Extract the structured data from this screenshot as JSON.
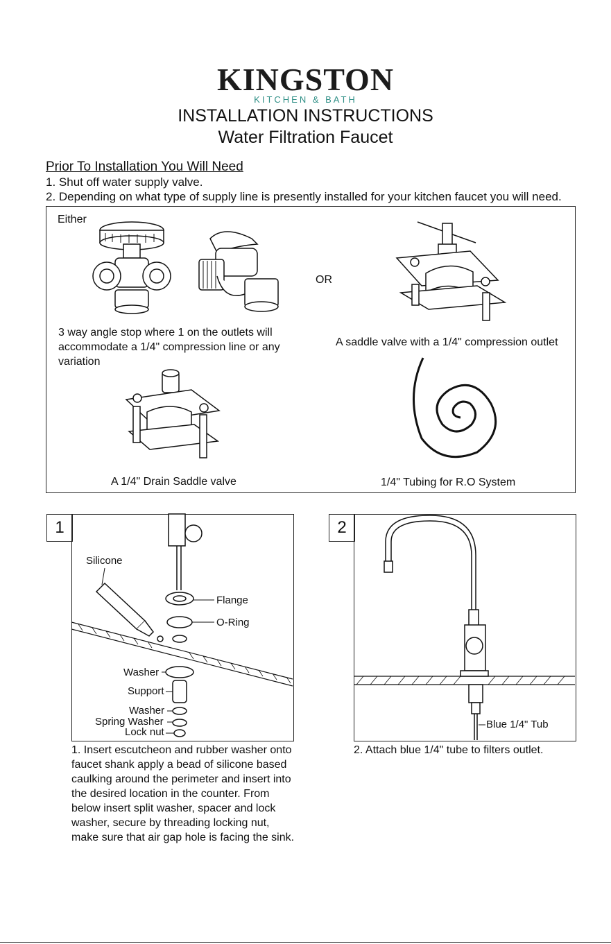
{
  "header": {
    "brand": "KINGSTON",
    "brand_sub": "KITCHEN & BATH",
    "title_line1": "INSTALLATION INSTRUCTIONS",
    "title_line2": "Water Filtration Faucet"
  },
  "prior": {
    "heading": "Prior To Installation You Will Need",
    "steps": [
      "1. Shut off water supply valve.",
      "2. Depending on what type of supply line is presently installed for your kitchen faucet you will need."
    ]
  },
  "options": {
    "either": "Either",
    "or": "OR",
    "angle_stop_caption": [
      "3 way angle stop where 1 on the outlets will",
      "accommodate a 1/4\" compression line or any",
      "variation"
    ],
    "saddle_caption": "A saddle valve with a 1/4\" compression outlet",
    "drain_caption": "A 1/4\" Drain Saddle valve",
    "tubing_caption": "1/4\" Tubing for R.O System"
  },
  "panel1": {
    "number": "1",
    "callouts": {
      "silicone": "Silicone",
      "flange": "Flange",
      "oring": "O-Ring",
      "washer1": "Washer",
      "support": "Support",
      "washer2": "Washer",
      "spring_washer": "Spring Washer",
      "lock_nut": "Lock nut"
    },
    "instructions": [
      "1. Insert escutcheon and rubber washer onto",
      "faucet shank apply a bead of silicone based",
      "caulking around the perimeter and insert into",
      "the desired location in the counter.  From",
      "below insert split washer, spacer and lock",
      "washer, secure by threading locking nut,",
      "make sure that air gap hole is facing the sink."
    ]
  },
  "panel2": {
    "number": "2",
    "callouts": {
      "tube": "Blue 1/4\" Tub"
    },
    "instructions": "2. Attach blue 1/4\" tube to filters outlet."
  }
}
